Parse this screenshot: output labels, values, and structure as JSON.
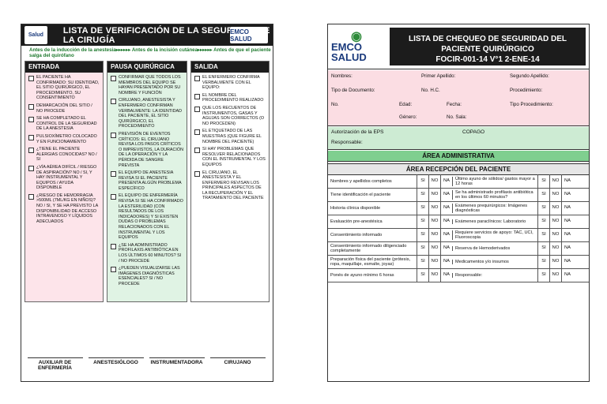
{
  "left": {
    "title": "LISTA DE VERIFICACIÓN DE LA SEGURIDAD DE LA CIRUGÍA",
    "subtitle": "Antes de la inducción de la anestesia▸▸▸▸▸▸ Antes de la incisión cutánea▸▸▸▸▸▸ Antes de que el paciente salga del quirófano",
    "logo_left": "Salud",
    "logo_right": "EMCO SALUD",
    "entrada": {
      "header": "ENTRADA",
      "items": [
        "EL PACIENTE HA CONFIRMADO: SU IDENTIDAD, EL SITIO QUIRÚRGICO, EL PROCEDIMIENTO, SU CONSENTIMIENTO",
        "DEMARCACIÓN DEL SITIO / NO PROCEDE",
        "SE HA COMPLETADO EL CONTROL DE LA SEGURIDAD DE LA ANESTESIA",
        "PULSIOXÍMETRO COLOCADO Y EN FUNCIONAMIENTO",
        "¿TIENE EL PACIENTE ALERGIAS CONOCIDAS? NO / SI",
        "¿VÍA AÉREA DIFÍCIL / RIESGO DE ASPIRACIÓN? NO / SI, Y HAY INSTRUMENTAL Y EQUIPOS / AYUDA DISPONIBLE",
        "¿RIESGO DE HEMORRAGIA >500ML (7ML/KG EN NIÑOS)? NO / SI, Y SE HA PREVISTO LA DISPONIBILIDAD DE ACCESO INTRAVENOSO Y LÍQUIDOS ADECUADOS"
      ]
    },
    "pausa": {
      "header": "PAUSA QUIRÚRGICA",
      "items": [
        "CONFIRMAR QUE TODOS LOS MIEMBROS DEL EQUIPO SE HAYAN PRESENTADO POR SU NOMBRE Y FUNCIÓN",
        "CIRUJANO, ANESTESISTA Y ENFERMERO CONFIRMAN VERBALMENTE: LA IDENTIDAD DEL PACIENTE, EL SITIO QUIRÚRGICO, EL PROCEDIMIENTO",
        "PREVISIÓN DE EVENTOS CRÍTICOS: EL CIRUJANO REVISA LOS PASOS CRÍTICOS O IMPREVISTOS, LA DURACIÓN DE LA OPERACIÓN Y LA PÉRDIDA DE SANGRE PREVISTA",
        "EL EQUIPO DE ANESTESIA REVISA SI EL PACIENTE PRESENTA ALGÚN PROBLEMA ESPECÍFICO",
        "EL EQUIPO DE ENFERMERÍA REVISA SI SE HA CONFIRMADO LA ESTERILIDAD (CON RESULTADOS DE LOS INDICADORES) Y SI EXISTEN DUDAS O PROBLEMAS RELACIONADOS CON EL INSTRUMENTAL Y LOS EQUIPOS",
        "¿SE HA ADMINISTRADO PROFILAXIS ANTIBIÓTICA EN LOS ÚLTIMOS 60 MINUTOS? SI / NO PROCEDE",
        "¿PUEDEN VISUALIZARSE LAS IMÁGENES DIAGNÓSTICAS ESENCIALES? SI / NO PROCEDE"
      ]
    },
    "salida": {
      "header": "SALIDA",
      "items": [
        "EL ENFERMERO CONFIRMA VERBALMENTE CON EL EQUIPO:",
        "EL NOMBRE DEL PROCEDIMIENTO REALIZADO",
        "QUE LOS RECUENTOS DE INSTRUMENTOS, GASAS Y AGUJAS SON CORRECTOS (O NO PROCEDEN)",
        "EL ETIQUETADO DE LAS MUESTRAS (QUE FIGURE EL NOMBRE DEL PACIENTE)",
        "SI HAY PROBLEMAS QUE RESOLVER RELACIONADOS CON EL INSTRUMENTAL Y LOS EQUIPOS",
        "EL CIRUJANO, EL ANESTESISTA Y EL ENFERMERO REVISAN LOS PRINCIPALES ASPECTOS DE LA RECUPERACIÓN Y EL TRATAMIENTO DEL PACIENTE"
      ]
    },
    "signatures": [
      "AUXILIAR DE ENFERMERÍA",
      "ANESTESIÓLOGO",
      "INSTRUMENTADORA",
      "CIRUJANO"
    ]
  },
  "right": {
    "logo": "EMCO SALUD",
    "title_line1": "LISTA DE CHEQUEO DE SEGURIDAD DEL PACIENTE QUIRÚRGICO",
    "title_line2": "FOCIR-001-14   V°1   2-ENE-14",
    "meta": {
      "nombres": "Nombres:",
      "primer_apellido": "Primer Apellido:",
      "segundo_apellido": "Segundo Apellido:",
      "tipo_documento": "Tipo de Documento:",
      "no_hc": "No. H.C.",
      "edad": "Edad:",
      "genero": "Género:",
      "fecha": "Fecha:",
      "no_sala": "No. Sala:",
      "procedimiento": "Procedimiento:",
      "tipo_procedimiento": "Tipo Procedimiento:",
      "no": "No."
    },
    "autorizacion": "Autorización de la EPS",
    "copago": "COPAGO",
    "responsable": "Responsable:",
    "area_admin": "ÁREA ADMINISTRATIVA",
    "area_recepcion": "ÁREA RECEPCIÓN DEL PACIENTE",
    "yes_no_na": [
      "SI",
      "NO",
      "NA"
    ],
    "recepcion_rows": [
      [
        "Nombres y apellidos completos",
        "Último ayuno de sólidos/ gastos mayor a 12 horas"
      ],
      [
        "Tiene identificación el paciente",
        "Se ha administrado profilaxis antibiótica en los últimos 60 minutos?"
      ],
      [
        "Historia clínica disponible",
        "Exámenes prequirúrgicos: Imágenes diagnósticas"
      ],
      [
        "Evaluación pre-anestésica",
        "Exámenes paraclínicos: Laboratorio"
      ],
      [
        "Consentimiento informado",
        "Requiere servicios de apoyo: TAC, UCI, Fluoroscopia"
      ],
      [
        "Consentimiento informado diligenciado completamente",
        "Reserva de Hemoderivados"
      ],
      [
        "Preparación física del paciente (prótesis, ropa, maquillaje, esmalte, joyas)",
        "Medicamentos y/o insumos"
      ],
      [
        "Ponés de ayuno mínimo 6 horas",
        "Responsable:"
      ]
    ]
  }
}
